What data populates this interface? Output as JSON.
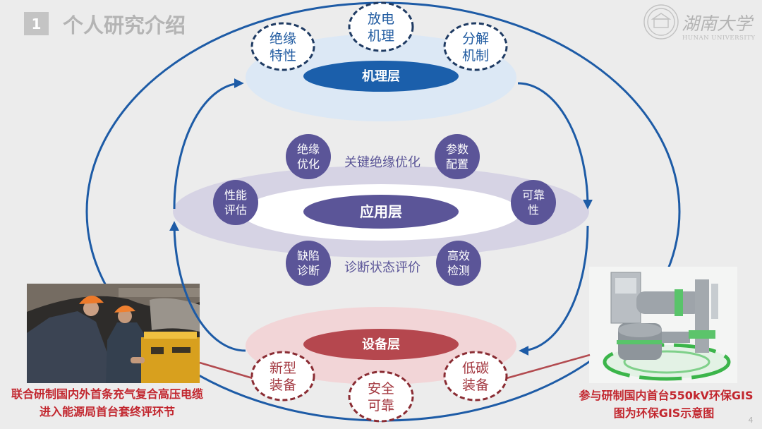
{
  "header": {
    "section_number": "1",
    "title": "个人研究介绍"
  },
  "logo": {
    "name_cn": "湖南大学",
    "name_en": "HUNAN UNIVERSITY"
  },
  "diagram": {
    "mechanism_layer": {
      "label": "机理层",
      "nodes": [
        {
          "lines": [
            "绝缘",
            "特性"
          ]
        },
        {
          "lines": [
            "放电",
            "机理"
          ]
        },
        {
          "lines": [
            "分解",
            "机制"
          ]
        }
      ]
    },
    "application_layer": {
      "label": "应用层",
      "upper_caption": "关键绝缘优化",
      "lower_caption": "诊断状态评价",
      "nodes": [
        {
          "lines": [
            "绝缘",
            "优化"
          ]
        },
        {
          "lines": [
            "参数",
            "配置"
          ]
        },
        {
          "lines": [
            "性能",
            "评估"
          ]
        },
        {
          "lines": [
            "可靠",
            "性"
          ]
        },
        {
          "lines": [
            "缺陷",
            "诊断"
          ]
        },
        {
          "lines": [
            "高效",
            "检测"
          ]
        }
      ]
    },
    "equipment_layer": {
      "label": "设备层",
      "nodes": [
        {
          "lines": [
            "新型",
            "装备"
          ]
        },
        {
          "lines": [
            "安全",
            "可靠"
          ]
        },
        {
          "lines": [
            "低碳",
            "装备"
          ]
        }
      ]
    }
  },
  "photos": {
    "left": {
      "caption": [
        "联合研制国内外首条充气复合高压电缆",
        "进入能源局首台套终评环节"
      ]
    },
    "right": {
      "caption": [
        "参与研制国内首台550kV环保GIS",
        "图为环保GIS示意图"
      ]
    }
  },
  "footer": {
    "page_number": "4"
  },
  "colors": {
    "background": "#ececec",
    "outer_loop": "#1d5ba6",
    "inner_loop": "#1d5ba6",
    "mechanism_core": "#1b5fab",
    "mechanism_band": "#dce8f5",
    "mechanism_node_border": "#1f3b63",
    "mechanism_node_text": "#1f5aa0",
    "application_core": "#5b5598",
    "application_band": "#d6d3e4",
    "application_node": "#5b5598",
    "equipment_core": "#b5474e",
    "equipment_band": "#f2d5d7",
    "equipment_node_border": "#8a2c33",
    "equipment_node_text": "#a33840",
    "connector": "#b24a4f",
    "caption_text": "#c2262e",
    "header_text": "#b4b4b4"
  }
}
